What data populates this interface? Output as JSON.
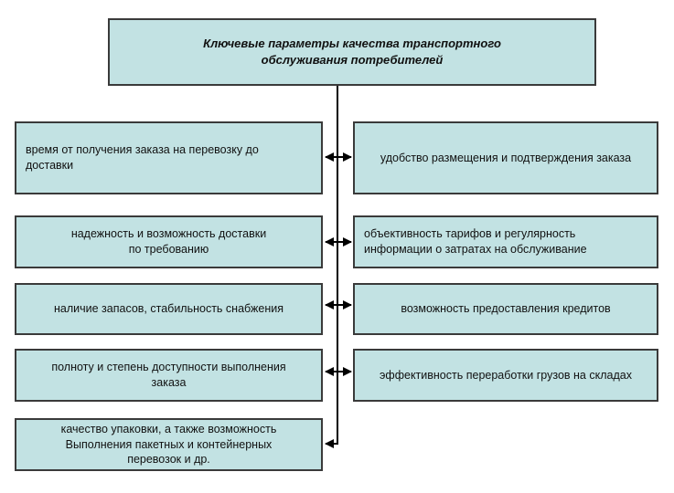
{
  "title": "Ключевые параметры качества транспортного\nобслуживания потребителей",
  "left_items": [
    "время от получения заказа на перевозку до\nдоставки",
    "надежность и возможность доставки\nпо требованию",
    "наличие запасов, стабильность снабжения",
    "полноту и степень доступности выполнения\nзаказа",
    "качество упаковки, а также возможность\nВыполнения пакетных и контейнерных\nперевозок и др."
  ],
  "right_items": [
    "удобство размещения и подтверждения заказа",
    "объективность тарифов и регулярность\nинформации о затратах на обслуживание",
    "возможность предоставления кредитов",
    "эффективность переработки грузов на складах"
  ]
}
